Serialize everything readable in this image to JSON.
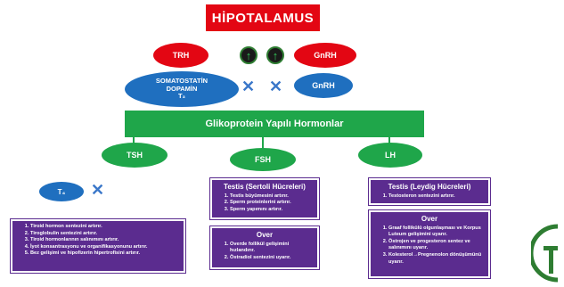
{
  "title": "HİPOTALAMUS",
  "hormones": {
    "trh": "TRH",
    "gnrh_top": "GnRH",
    "somatostatin_line1": "SOMATOSTATİN",
    "somatostatin_line2": "DOPAMİN",
    "somatostatin_line3": "T₃",
    "gnrh_blue": "GnRH"
  },
  "glycoprotein_bar": "Glikoprotein Yapılı Hormonlar",
  "pituitary": {
    "tsh": "TSH",
    "fsh": "FSH",
    "lh": "LH",
    "t4": "T₄"
  },
  "boxes": {
    "tsh_effects": [
      "Tiroid hormon sentezini artırır.",
      "Tiroglobulin sentezini artırır.",
      "Tiroid hormonlarının salınımını artırır.",
      "İyot konsantrasyonu ve organifikasyonunu artırır.",
      "Bez gelişimi ve hipofizerin hipertrofisini artırır."
    ],
    "fsh_testis": {
      "title": "Testis (Sertoli Hücreleri)",
      "items": [
        "Testis büyümesini artırır.",
        "Sperm proteinlerini artırır.",
        "Sperm yapımını artırır."
      ]
    },
    "fsh_ovary": {
      "title": "Over",
      "items": [
        "Overde follikül gelişimini hızlandırır.",
        "Östradiol sentezini uyarır."
      ]
    },
    "lh_testis": {
      "title": "Testis (Leydig Hücreleri)",
      "items": [
        "Testosteron sentezini artırır."
      ]
    },
    "lh_ovary": {
      "title": "Over",
      "items": [
        "Graaf follikülü olgunlaşması ve Korpus Luteum gelişimini uyarır.",
        "Östrojen ve progesteron sentez ve salınımını uyarır.",
        "Kolesterol→Pregnenolon dönüşümünü uyarır."
      ]
    }
  },
  "colors": {
    "red": "#e30613",
    "blue": "#1f6fbf",
    "green": "#1fa64a",
    "purple": "#5b2c8f"
  },
  "icons": [
    "up-arrow-icon",
    "x-mark-icon",
    "university-logo"
  ]
}
